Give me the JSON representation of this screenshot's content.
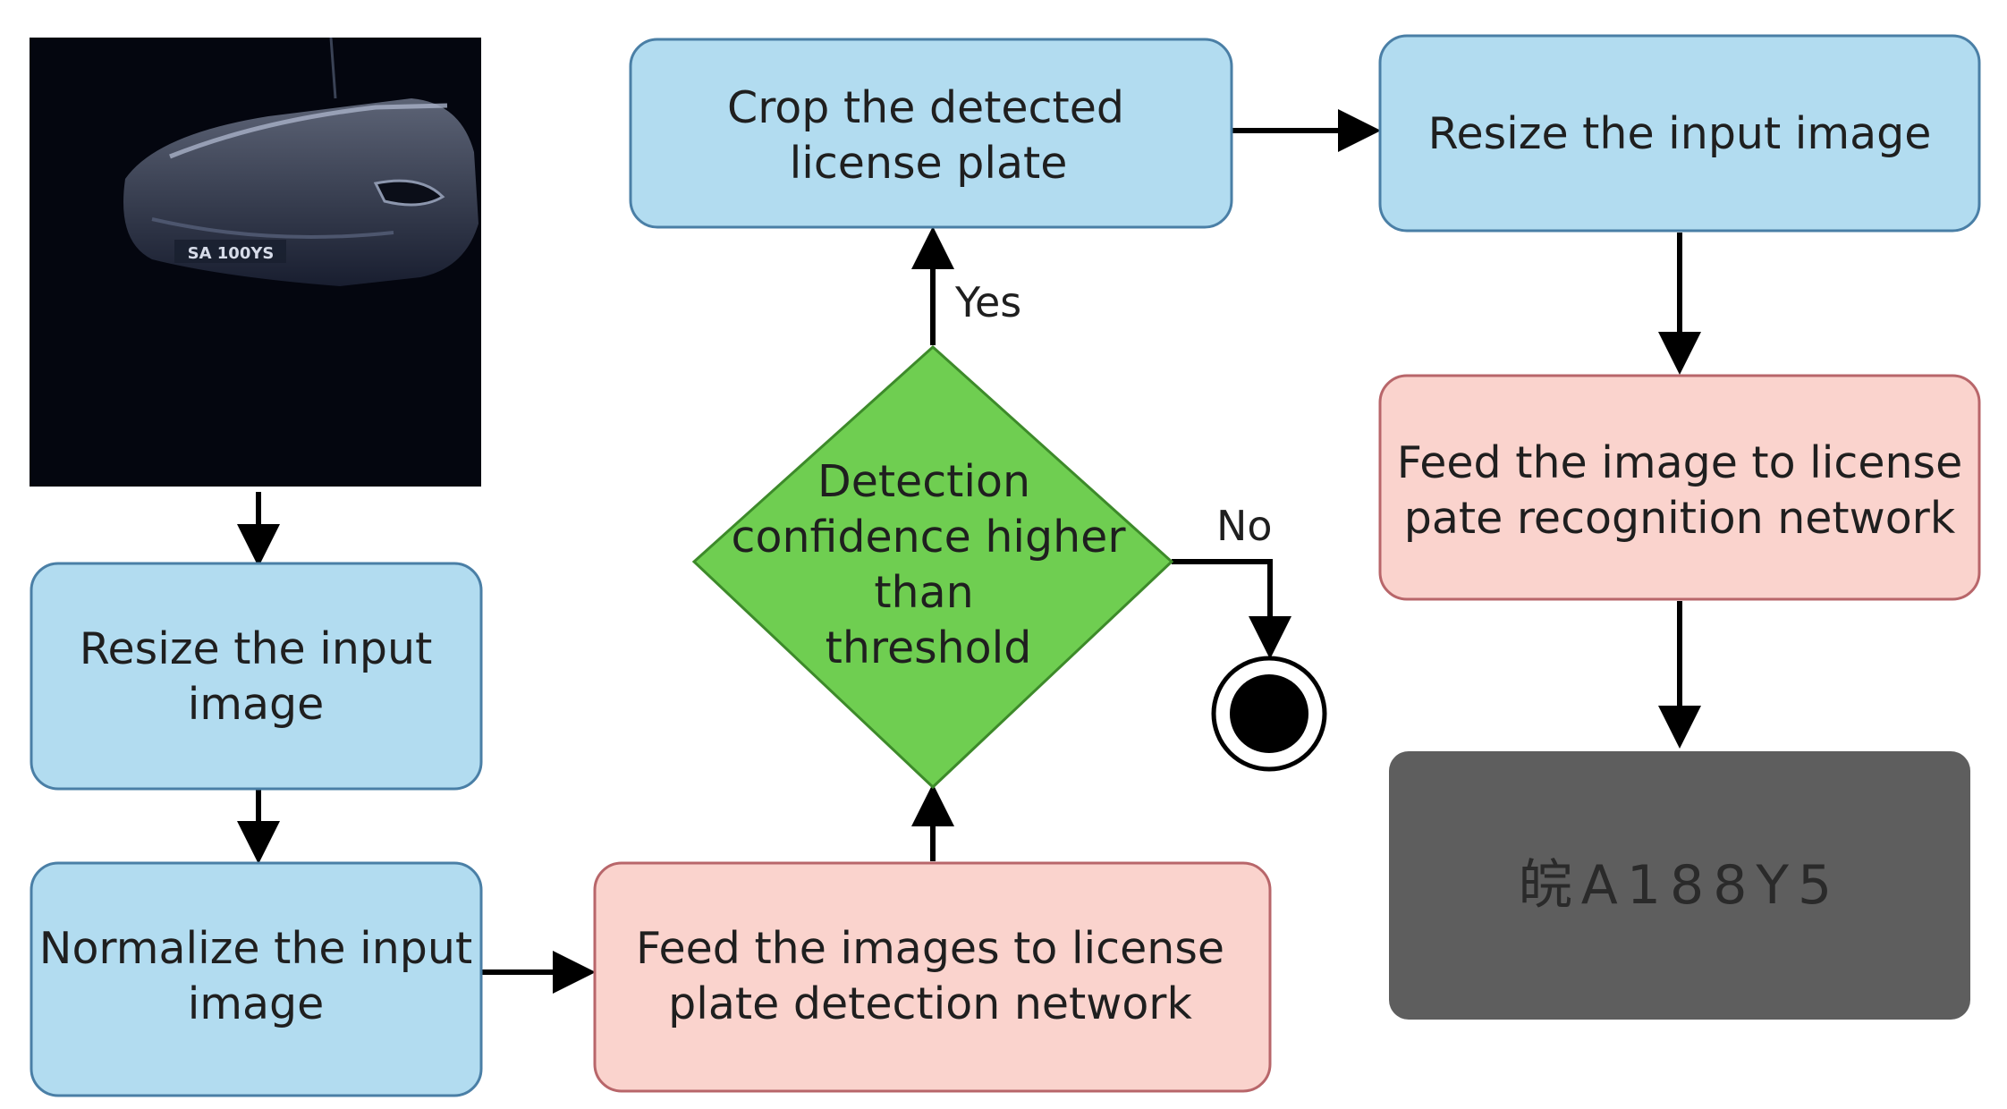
{
  "steps": {
    "resize1": [
      "Resize the input",
      "image"
    ],
    "normalize": [
      "Normalize the input",
      "image"
    ],
    "feed_detection": [
      "Feed the images to license",
      "plate detection network"
    ],
    "decision": [
      "Detection",
      "confidence higher",
      "than",
      "threshold"
    ],
    "crop": [
      "Crop the detected",
      "license plate"
    ],
    "resize2": [
      "Resize the input image"
    ],
    "feed_recognition": [
      "Feed the image to license",
      "pate recognition network"
    ]
  },
  "edge_labels": {
    "yes": "Yes",
    "no": "No"
  },
  "output_text": "皖A188Y5",
  "input_image": {
    "plate_text": "SA 100YS"
  },
  "colors": {
    "blue_fill": "#b2dcf0",
    "blue_stroke": "#4a7fa6",
    "red_fill": "#fad3cd",
    "red_stroke": "#b8666a",
    "green_fill": "#6fce51",
    "green_stroke": "#3d8a2a",
    "output_fill": "#5e5e5e"
  }
}
